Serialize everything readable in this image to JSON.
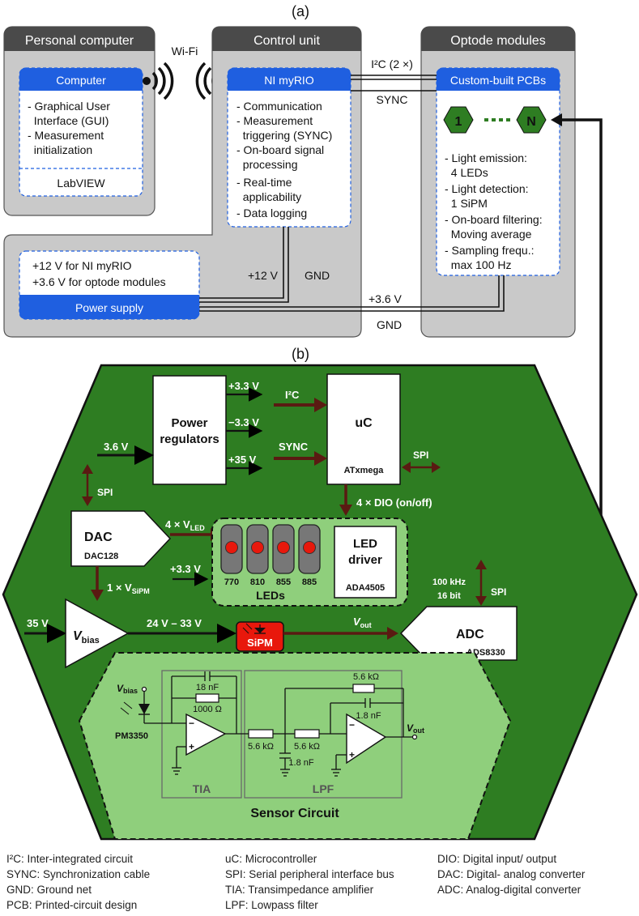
{
  "part_a": {
    "label": "(a)",
    "pc": {
      "title": "Personal  computer",
      "box_title": "Computer",
      "items": [
        "- Graphical User",
        "  Interface (GUI)",
        "- Measurement",
        "  initialization"
      ],
      "footer": "LabVIEW"
    },
    "wifi": "Wi-Fi",
    "cu": {
      "title": "Control unit",
      "box_title": "NI myRIO",
      "items": [
        "- Communication",
        "- Measurement",
        "  triggering (SYNC)",
        "- On-board signal",
        "  processing",
        "- Real-time",
        "  applicability",
        "- Data logging"
      ]
    },
    "om": {
      "title": "Optode modules",
      "box_title": "Custom-built PCBs",
      "hex_first": "1",
      "hex_last": "N",
      "items": [
        "- Light emission:",
        "  4 LEDs",
        "- Light detection:",
        "  1 SiPM",
        "- On-board filtering:",
        "  Moving average",
        "- Sampling frequ.:",
        "  max 100 Hz"
      ]
    },
    "i2c": "I²C (2 ×)",
    "sync": "SYNC",
    "ps": {
      "line1": "+12 V for NI myRIO",
      "line2": "+3.6 V for optode modules",
      "title": "Power supply"
    },
    "v12": "+12 V",
    "gnd1": "GND",
    "v36": "+3.6 V",
    "gnd2": "GND"
  },
  "part_b": {
    "label": "(b)",
    "power": {
      "line1": "Power",
      "line2": "regulators"
    },
    "v33a": "+3.3 V",
    "vm33": "−3.3 V",
    "v35": "+35 V",
    "in36": "3.6 V",
    "i2c": "I²C",
    "sync": "SYNC",
    "uc": {
      "title": "uC",
      "sub": "ATxmega"
    },
    "spi_uc": "SPI",
    "spi_dac": "SPI",
    "dio": "4 × DIO (on/off)",
    "dac": {
      "title": "DAC",
      "sub": "DAC128"
    },
    "vled": "4 × V",
    "vled_sub": "LED",
    "v33b": "+3.3 V",
    "leds": {
      "wavelengths": [
        "770",
        "810",
        "855",
        "885"
      ],
      "label": "LEDs"
    },
    "led_driver": {
      "line1": "LED",
      "line2": "driver",
      "sub": "ADA4505"
    },
    "vsipm": "1 × V",
    "vsipm_sub": "SiPM",
    "adc_spec1": "100 kHz",
    "adc_spec2": "16 bit",
    "spi_adc": "SPI",
    "in35": "35 V",
    "vbias": "V",
    "vbias_sub": "bias",
    "range": "24 V – 33 V",
    "sipm": "SiPM",
    "vout": "V",
    "vout_sub": "out",
    "adc": {
      "title": "ADC",
      "sub": "ADS8330"
    },
    "circuit": {
      "vbias": "V",
      "vbias_sub": "bias",
      "c1": "18 nF",
      "r1": "1000 Ω",
      "pm": "PM3350",
      "r2": "5.6 kΩ",
      "r3": "5.6 kΩ",
      "c2": "1.8 nF",
      "r4": "5.6 kΩ",
      "c3": "1.8 nF",
      "vout": "V",
      "vout_sub": "out",
      "tia": "TIA",
      "lpf": "LPF",
      "title": "Sensor Circuit",
      "minus": "−",
      "plus": "+"
    }
  },
  "legend": {
    "col1": [
      "I²C: Inter-integrated circuit",
      "SYNC: Synchronization cable",
      "GND: Ground net",
      "PCB: Printed-circuit design"
    ],
    "col2": [
      "uC: Microcontroller",
      "SPI: Serial peripheral interface bus",
      "TIA: Transimpedance amplifier",
      "LPF: Lowpass filter"
    ],
    "col3": [
      "DIO: Digital input/ output",
      "DAC: Digital- analog converter",
      "ADC: Analog-digital converter"
    ]
  },
  "colors": {
    "panel_gray": "#c9c9c9",
    "header_dark": "#4a4a4a",
    "blue": "#1f5fe0",
    "pcb_green": "#2e7d22",
    "light_green": "#8fcf7c",
    "arrow_brown": "#5a1a12",
    "sipm_red": "#e8180c"
  }
}
